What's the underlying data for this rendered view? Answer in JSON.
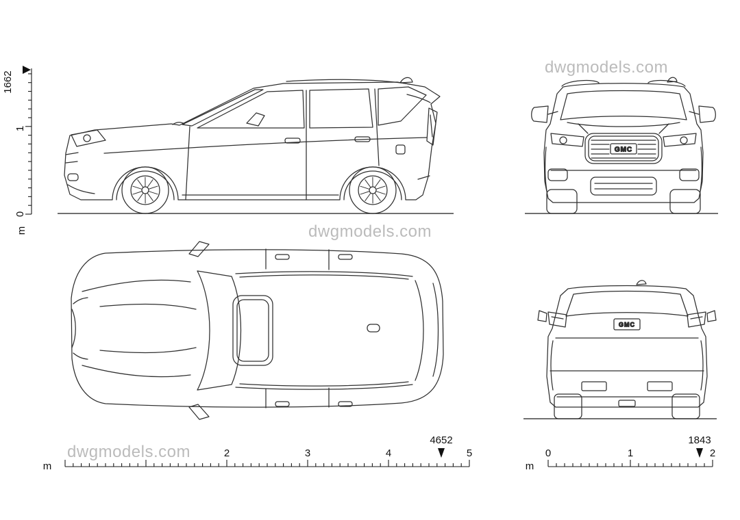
{
  "watermark": {
    "text": "dwgmodels.com"
  },
  "brand": {
    "name": "GMC"
  },
  "rulers": {
    "height": {
      "unit": "m",
      "arrow_label": "1662",
      "tick_labels": [
        "0",
        "1"
      ]
    },
    "length": {
      "unit": "m",
      "arrow_label": "4652",
      "tick_labels": [
        "2",
        "3",
        "4",
        "5"
      ]
    },
    "width": {
      "unit": "m",
      "arrow_label": "1843",
      "tick_labels": [
        "0",
        "1",
        "2"
      ]
    }
  }
}
